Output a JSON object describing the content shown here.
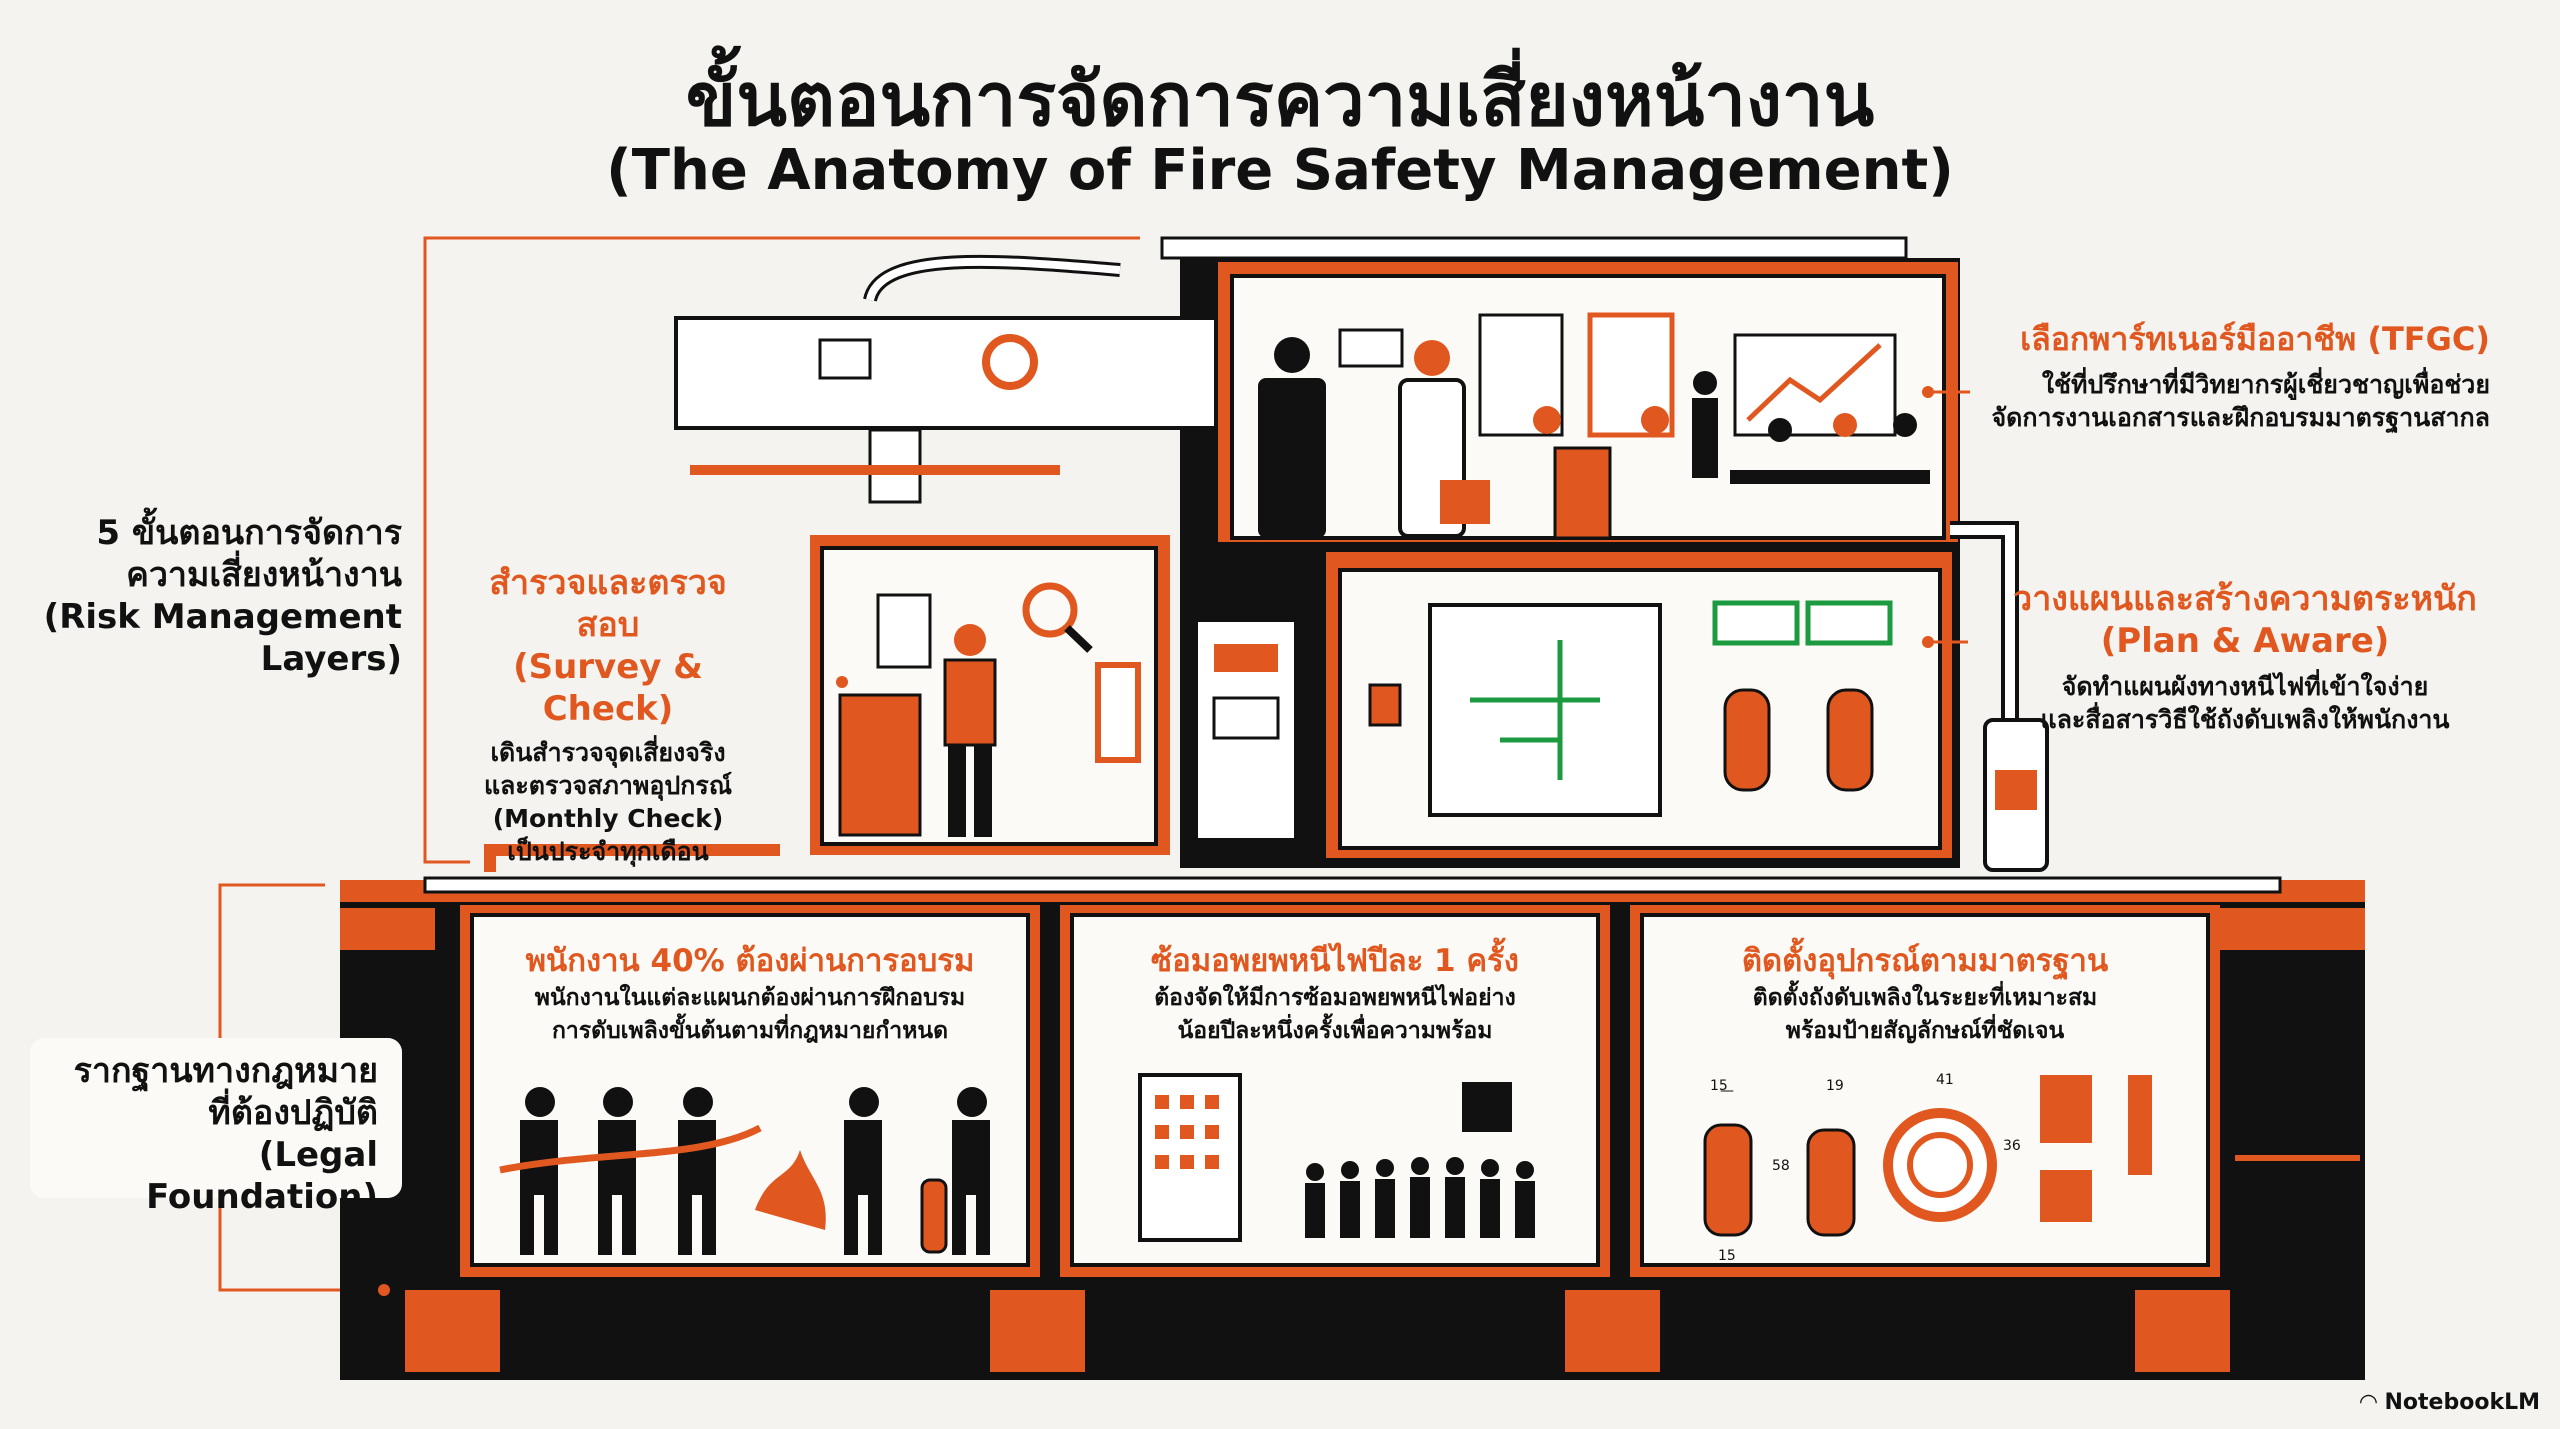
{
  "title": {
    "thai": "ขั้นตอนการจัดการความเสี่ยงหน้างาน",
    "english": "(The Anatomy of Fire Safety Management)"
  },
  "side_labels": {
    "layers": [
      "5 ขั้นตอนการจัดการ",
      "ความเสี่ยงหน้างาน",
      "(Risk Management",
      "Layers)"
    ],
    "legal": [
      "รากฐานทางกฎหมาย",
      "ที่ต้องปฏิบัติ",
      "(Legal Foundation)"
    ]
  },
  "steps": {
    "partner": {
      "head": "เลือกพาร์ทเนอร์มืออาชีพ (TFGC)",
      "body": [
        "ใช้ที่ปรึกษาที่มีวิทยากรผู้เชี่ยวชาญเพื่อช่วย",
        "จัดการงานเอกสารและฝึกอบรมมาตรฐานสากล"
      ]
    },
    "survey": {
      "head": [
        "สำรวจและตรวจสอบ",
        "(Survey & Check)"
      ],
      "body": [
        "เดินสำรวจจุดเสี่ยงจริง",
        "และตรวจสภาพอุปกรณ์",
        "(Monthly Check)",
        "เป็นประจำทุกเดือน"
      ]
    },
    "plan": {
      "head": [
        "วางแผนและสร้างความตระหนัก",
        "(Plan & Aware)"
      ],
      "body": [
        "จัดทำแผนผังทางหนีไฟที่เข้าใจง่าย",
        "และสื่อสารวิธีใช้ถังดับเพลิงให้พนักงาน"
      ]
    }
  },
  "foundation": {
    "training": {
      "head": "พนักงาน 40% ต้องผ่านการอบรม",
      "body": [
        "พนักงานในแต่ละแผนกต้องผ่านการฝึกอบรม",
        "การดับเพลิงขั้นต้นตามที่กฎหมายกำหนด"
      ]
    },
    "drill": {
      "head": "ซ้อมอพยพหนีไฟปีละ 1 ครั้ง",
      "body": [
        "ต้องจัดให้มีการซ้อมอพยพหนีไฟอย่าง",
        "น้อยปีละหนึ่งครั้งเพื่อความพร้อม"
      ]
    },
    "install": {
      "head": "ติดตั้งอุปกรณ์ตามมาตรฐาน",
      "body": [
        "ติดตั้งถังดับเพลิงในระยะที่เหมาะสม",
        "พร้อมป้ายสัญลักษณ์ที่ชัดเจน"
      ]
    }
  },
  "dimensions": [
    "15",
    "19",
    "41",
    "58",
    "36",
    "15"
  ],
  "watermark": "NotebookLM",
  "colors": {
    "accent": "#e0581f",
    "ink": "#111111",
    "paper": "#f4f3ef"
  }
}
